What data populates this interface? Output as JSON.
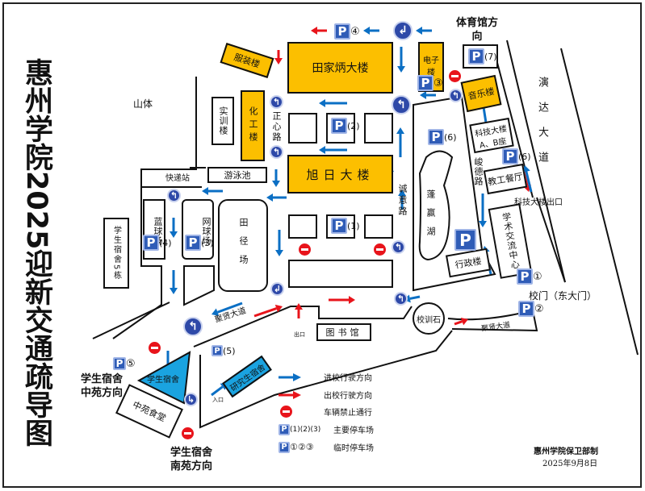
{
  "title": "惠州学院2025迎新交通疏导图",
  "areas": {
    "mountain": "山体",
    "training": "实训楼",
    "clothing": "服装楼",
    "chem": "化工楼",
    "zhengxin_road": "正心路",
    "tianjiabing": "田家炳大楼",
    "xuri": "旭日大楼",
    "electronics": "电子楼",
    "gym_dir": "体育馆方向",
    "music": "音乐楼",
    "pool": "游泳池",
    "express": "快递站",
    "basketball": "蓝球场",
    "tennis": "网球场",
    "track": "田径场",
    "dorm5": "学生宿舍5栋",
    "chengyi_road": "诚意路",
    "lake": "蓬赢湖",
    "admin": "行政楼",
    "academic": "学术交流中心",
    "tech": "科技大楼",
    "tech_ab": "A、B座",
    "junde_road": "峻德路",
    "staff_canteen": "教工餐厅",
    "tech_exit": "科技大楼出口",
    "yanda": "演达大道",
    "gate": "校门（东大门）",
    "motto_stone": "校训石",
    "juxian": "聚贤大道",
    "library": "图书馆",
    "exit": "出口",
    "entrance": "入口",
    "dorm": "学生宿舍",
    "grad_dorm": "研究生宿舍",
    "zhongyuan_canteen": "中苑食堂",
    "zhongyuan_dir": "学生宿舍中苑方向",
    "nanyuan_dir": "学生宿舍南苑方向"
  },
  "parking": {
    "p": "P",
    "p1": "①",
    "p2": "②",
    "p3": "③",
    "p4": "④",
    "p5": "⑤",
    "m1": "(1)",
    "m2": "(2)",
    "m3": "(3)",
    "m4": "(4)",
    "m5": "(5)",
    "m6": "(6)",
    "m7": "(7)"
  },
  "legend": {
    "in": "进校行驶方向",
    "out": "出校行驶方向",
    "no_entry": "车辆禁止通行",
    "main_nums": "(1)(2)(3)",
    "main": "主要停车场",
    "temp_nums": "①②③",
    "temp": "临时停车场"
  },
  "credit": {
    "org": "惠州学院保卫部制",
    "date": "2025年9月8日"
  },
  "colors": {
    "building": "#fcbf00",
    "dorm": "#1aa3e0",
    "in": "#0b6fc4",
    "out": "#e8141b",
    "parking": "#2f5cb7"
  }
}
